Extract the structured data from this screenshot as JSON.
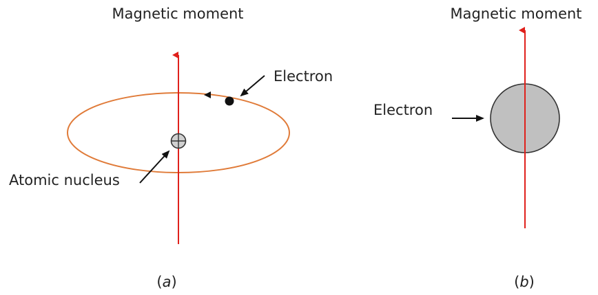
{
  "panel_a": {
    "title": "Magnetic moment",
    "electron_label": "Electron",
    "nucleus_label": "Atomic nucleus",
    "caption": {
      "open": "(",
      "letter": "a",
      "close": ")"
    }
  },
  "panel_b": {
    "title": "Magnetic moment",
    "electron_label": "Electron",
    "caption": {
      "open": "(",
      "letter": "b",
      "close": ")"
    }
  },
  "colors": {
    "axis": "#e0201b",
    "orbit": "#e07b39",
    "electron_fill": "#c0c0c0",
    "nucleus_fill": "#d0d0d0",
    "text": "#222222"
  }
}
